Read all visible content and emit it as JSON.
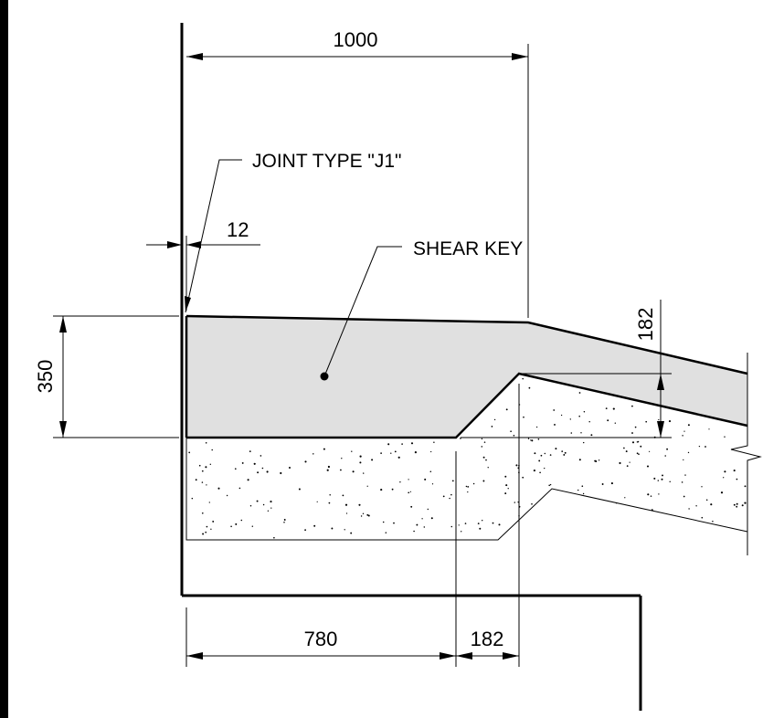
{
  "labels": {
    "joint": "JOINT TYPE \"J1\"",
    "shear_key": "SHEAR KEY"
  },
  "dimensions": {
    "top_width": "1000",
    "joint_gap": "12",
    "slab_height": "350",
    "slope_rise": "182",
    "bottom_left": "780",
    "bottom_right": "182"
  },
  "colors": {
    "line": "#000000",
    "shear_key_fill": "#e0e0e0",
    "background": "#ffffff"
  }
}
